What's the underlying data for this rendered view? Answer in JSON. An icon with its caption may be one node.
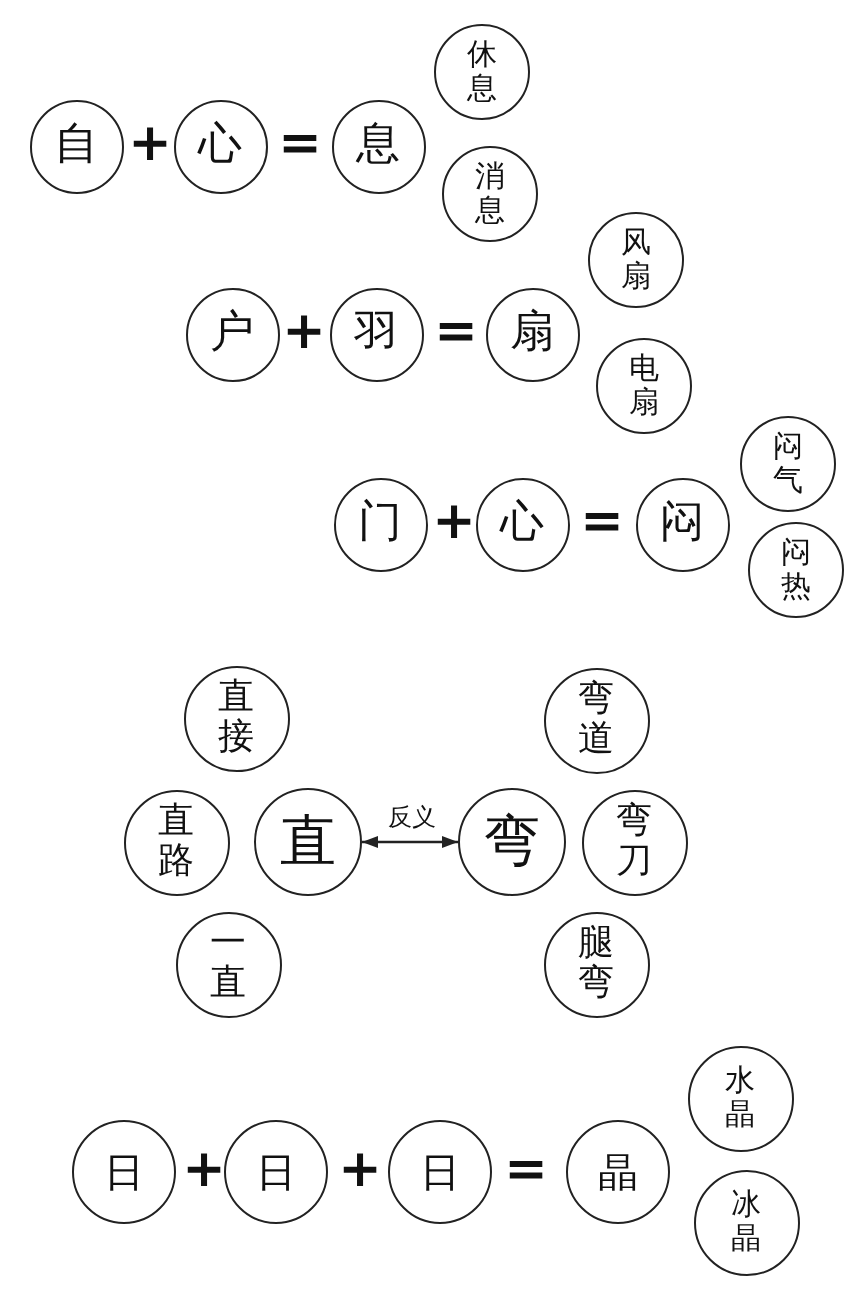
{
  "diagram": {
    "nodes": [
      {
        "text": [
          "自"
        ]
      },
      {
        "text": [
          "心"
        ]
      },
      {
        "text": [
          "息"
        ]
      },
      {
        "text": [
          "休息"
        ]
      },
      {
        "text": [
          "消息"
        ]
      },
      {
        "text": [
          "户"
        ]
      },
      {
        "text": [
          "羽"
        ]
      },
      {
        "text": [
          "扇"
        ]
      },
      {
        "text": [
          "风扇"
        ]
      },
      {
        "text": [
          "电扇"
        ]
      },
      {
        "text": [
          "门"
        ]
      },
      {
        "text": [
          "心"
        ]
      },
      {
        "text": [
          "闷"
        ]
      },
      {
        "text": [
          "闷气"
        ]
      },
      {
        "text": [
          "闷热"
        ]
      },
      {
        "text": [
          "直接"
        ]
      },
      {
        "text": [
          "弯道"
        ]
      },
      {
        "text": [
          "直路"
        ]
      },
      {
        "text": [
          "直"
        ]
      },
      {
        "text": [
          "弯"
        ]
      },
      {
        "text": [
          "弯刀"
        ]
      },
      {
        "text": [
          "一直"
        ]
      },
      {
        "text": [
          "腿弯"
        ]
      },
      {
        "text": [
          "日"
        ]
      },
      {
        "text": [
          "日"
        ]
      },
      {
        "text": [
          "日"
        ]
      },
      {
        "text": [
          "晶"
        ]
      },
      {
        "text": [
          "水晶"
        ]
      },
      {
        "text": [
          "冰晶"
        ]
      }
    ],
    "edges": [
      {
        "from": 18,
        "to": 19,
        "arrow": "both",
        "label": "反义"
      }
    ],
    "labels": [
      "+",
      "=",
      "+",
      "=",
      "+",
      "=",
      "+",
      "+",
      "="
    ]
  }
}
